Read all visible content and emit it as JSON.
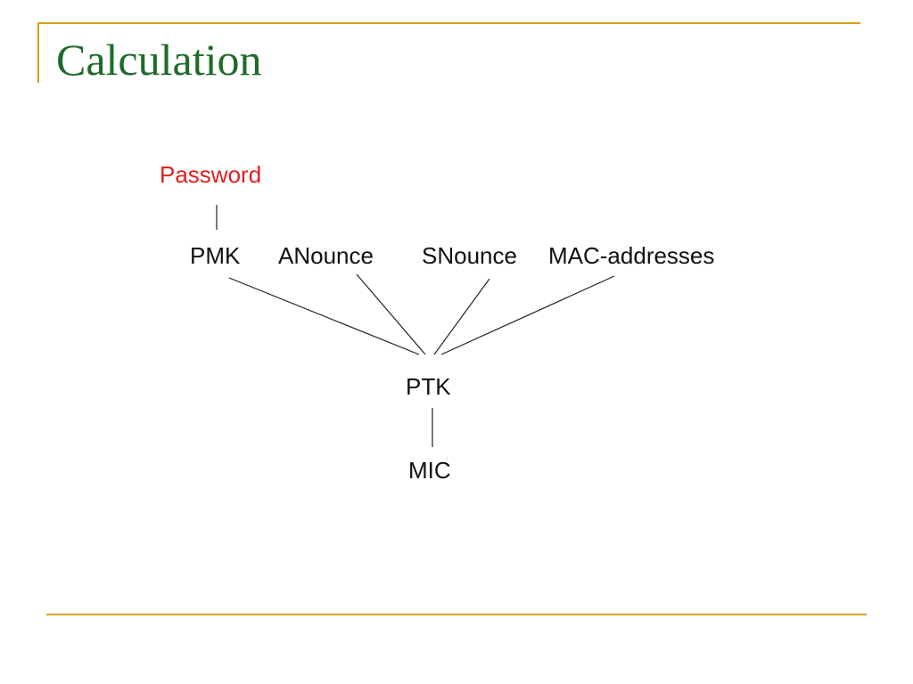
{
  "slide": {
    "title": "Calculation"
  },
  "colors": {
    "frame": "#D4A017",
    "title": "#1F6B2A",
    "highlight": "#E02020",
    "text": "#111111",
    "line": "#222222"
  },
  "diagram": {
    "nodes": [
      {
        "id": "password",
        "label": "Password",
        "highlight": true
      },
      {
        "id": "pmk",
        "label": "PMK"
      },
      {
        "id": "anounce",
        "label": "ANounce"
      },
      {
        "id": "snounce",
        "label": "SNounce"
      },
      {
        "id": "mac",
        "label": "MAC-addresses"
      },
      {
        "id": "ptk",
        "label": "PTK"
      },
      {
        "id": "mic",
        "label": "MIC"
      }
    ],
    "edges": [
      {
        "from": "password",
        "to": "pmk"
      },
      {
        "from": "pmk",
        "to": "ptk"
      },
      {
        "from": "anounce",
        "to": "ptk"
      },
      {
        "from": "snounce",
        "to": "ptk"
      },
      {
        "from": "mac",
        "to": "ptk"
      },
      {
        "from": "ptk",
        "to": "mic"
      }
    ]
  }
}
